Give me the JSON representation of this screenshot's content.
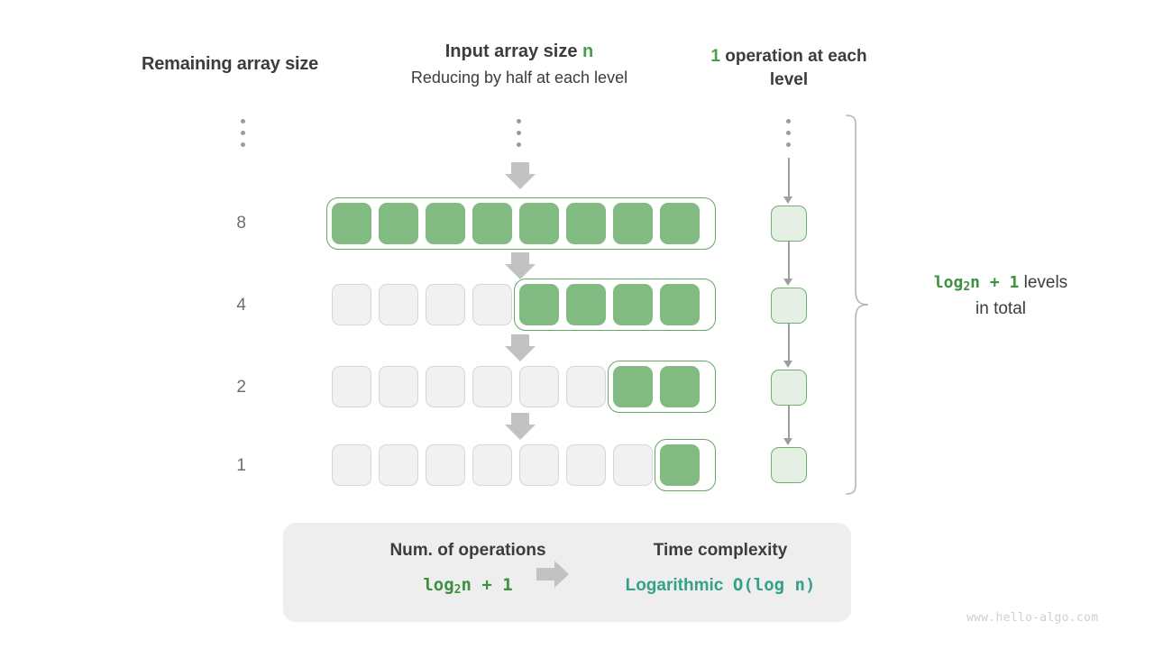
{
  "headers": {
    "left": "Remaining array size",
    "mid_prefix": "Input array size ",
    "mid_var": "n",
    "mid_sub": "Reducing by half at each level",
    "right_num": "1",
    "right_text": " operation at each level"
  },
  "rows": [
    {
      "label": "8",
      "total_cells": 8,
      "filled_from": 0
    },
    {
      "label": "4",
      "total_cells": 8,
      "filled_from": 4
    },
    {
      "label": "2",
      "total_cells": 8,
      "filled_from": 6
    },
    {
      "label": "1",
      "total_cells": 8,
      "filled_from": 7
    }
  ],
  "note": {
    "formula_main": "log",
    "formula_sub": "2",
    "formula_tail": "n + 1",
    "text": "  levels",
    "text2": "in total"
  },
  "summary": {
    "left_title": "Num. of operations",
    "left_value_main": "log",
    "left_value_sub": "2",
    "left_value_tail": "n + 1",
    "right_title": "Time complexity",
    "right_value_word": "Logarithmic",
    "right_value_bigo": "O(log n)"
  },
  "watermark": "www.hello-algo.com",
  "colors": {
    "green_fill": "#81bb81",
    "green_border": "#64a764",
    "green_text": "#3f9142",
    "light_green_fill": "#e5efe3",
    "teal": "#35a189",
    "gray_cell": "#f1f1f1",
    "gray_arrow": "#c2c2c2",
    "panel_bg": "#eeeeee"
  }
}
